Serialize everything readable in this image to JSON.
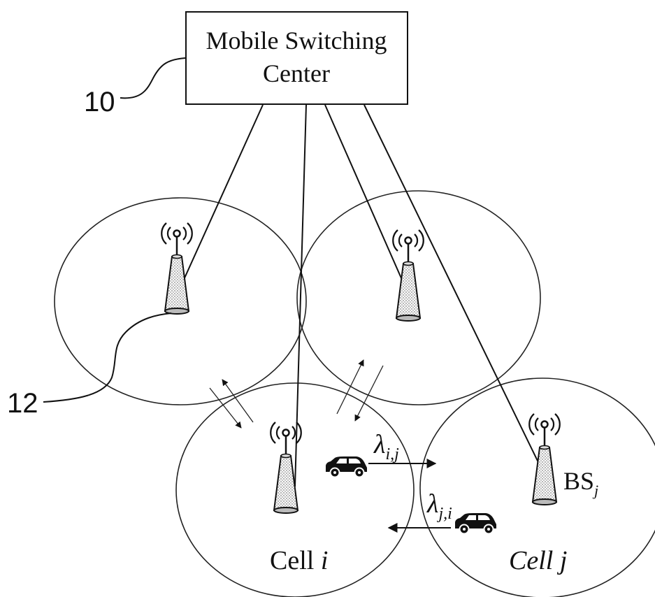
{
  "msc": {
    "line1": "Mobile Switching",
    "line2": "Center"
  },
  "ref_numerals": {
    "msc": "10",
    "base_station": "12"
  },
  "cells": {
    "i": {
      "label": "Cell",
      "index": "i"
    },
    "j": {
      "label": "Cell j"
    }
  },
  "base_station_label": {
    "main": "BS",
    "sub": "j"
  },
  "handoff_rates": {
    "i_to_j": {
      "symbol": "λ",
      "sub": "i,j"
    },
    "j_to_i": {
      "symbol": "λ",
      "sub": "j,i"
    }
  }
}
